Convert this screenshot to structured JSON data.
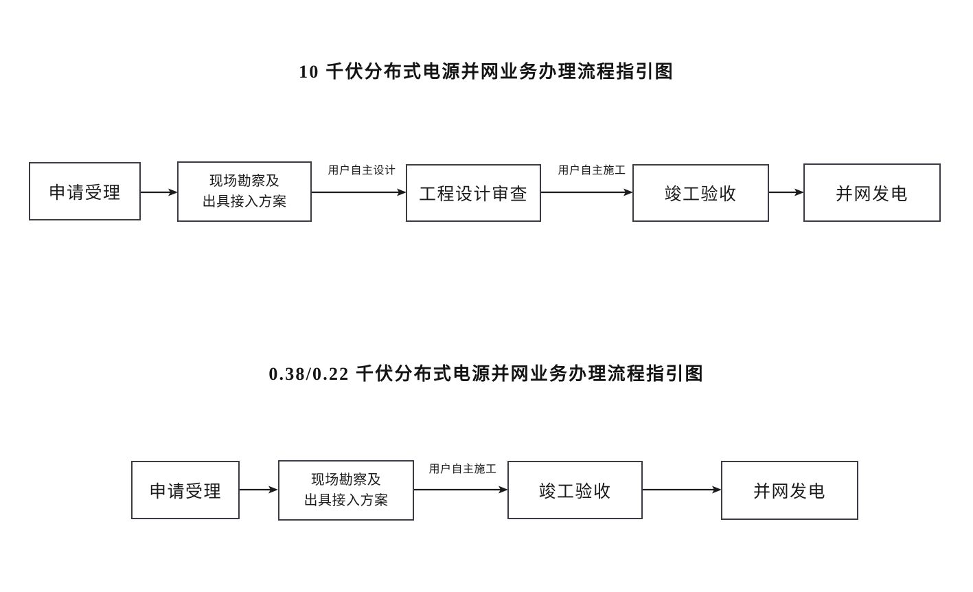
{
  "document": {
    "background_color": "#ffffff",
    "box_border_color": "#3b3b44",
    "text_color": "#1b1b1b"
  },
  "diagrams": [
    {
      "id": "diagram-10kv",
      "title": "10 千伏分布式电源并网业务办理流程指引图",
      "nodes": [
        {
          "id": "node-1",
          "lines": [
            "申请受理"
          ]
        },
        {
          "id": "node-2",
          "lines": [
            "现场勘察及",
            "出具接入方案"
          ]
        },
        {
          "id": "node-3",
          "lines": [
            "工程设计审查"
          ]
        },
        {
          "id": "node-4",
          "lines": [
            "竣工验收"
          ]
        },
        {
          "id": "node-5",
          "lines": [
            "并网发电"
          ]
        }
      ],
      "edges": [
        {
          "id": "edge-1",
          "from": "node-1",
          "to": "node-2",
          "label": ""
        },
        {
          "id": "edge-2",
          "from": "node-2",
          "to": "node-3",
          "label": "用户自主设计"
        },
        {
          "id": "edge-3",
          "from": "node-3",
          "to": "node-4",
          "label": "用户自主施工"
        },
        {
          "id": "edge-4",
          "from": "node-4",
          "to": "node-5",
          "label": ""
        }
      ]
    },
    {
      "id": "diagram-038kv",
      "title": "0.38/0.22 千伏分布式电源并网业务办理流程指引图",
      "nodes": [
        {
          "id": "node-1",
          "lines": [
            "申请受理"
          ]
        },
        {
          "id": "node-2",
          "lines": [
            "现场勘察及",
            "出具接入方案"
          ]
        },
        {
          "id": "node-3",
          "lines": [
            "竣工验收"
          ]
        },
        {
          "id": "node-4",
          "lines": [
            "并网发电"
          ]
        }
      ],
      "edges": [
        {
          "id": "edge-1",
          "from": "node-1",
          "to": "node-2",
          "label": ""
        },
        {
          "id": "edge-2",
          "from": "node-2",
          "to": "node-3",
          "label": "用户自主施工"
        },
        {
          "id": "edge-3",
          "from": "node-3",
          "to": "node-4",
          "label": ""
        }
      ]
    }
  ]
}
